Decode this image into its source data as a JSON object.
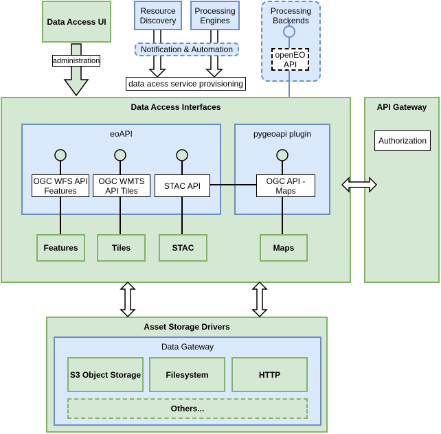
{
  "data_access_ui": "Data Access UI",
  "administration": "administration",
  "resource_discovery": "Resource Discovery",
  "processing_engines": "Processing Engines",
  "notification_automation": "Notification & Automation",
  "data_service_provisioning": "data acess service provisioning",
  "processing_backends": "Processing Backends",
  "openeo_api": "openEO API",
  "data_access_interfaces": "Data Access Interfaces",
  "api_gateway": "API Gateway",
  "authorization": "Authorization",
  "eoapi": "eoAPI",
  "pygeoapi_plugin": "pygeoapi plugin",
  "ogc_wfs": "OGC WFS API Features",
  "ogc_wmts": "OGC WMTS API Tiles",
  "stac_api": "STAC API",
  "ogc_maps": "OGC API - Maps",
  "features": "Features",
  "tiles": "Tiles",
  "stac": "STAC",
  "maps": "Maps",
  "asset_storage_drivers": "Asset Storage Drivers",
  "data_gateway": "Data Gateway",
  "s3_storage": "S3 Object Storage",
  "filesystem": "Filesystem",
  "http": "HTTP",
  "others": "Others...",
  "colors": {
    "green_fill": "#d5e8d4",
    "green_stroke": "#82b366",
    "blue_fill": "#dae8fc",
    "blue_stroke": "#6c8ebf"
  }
}
